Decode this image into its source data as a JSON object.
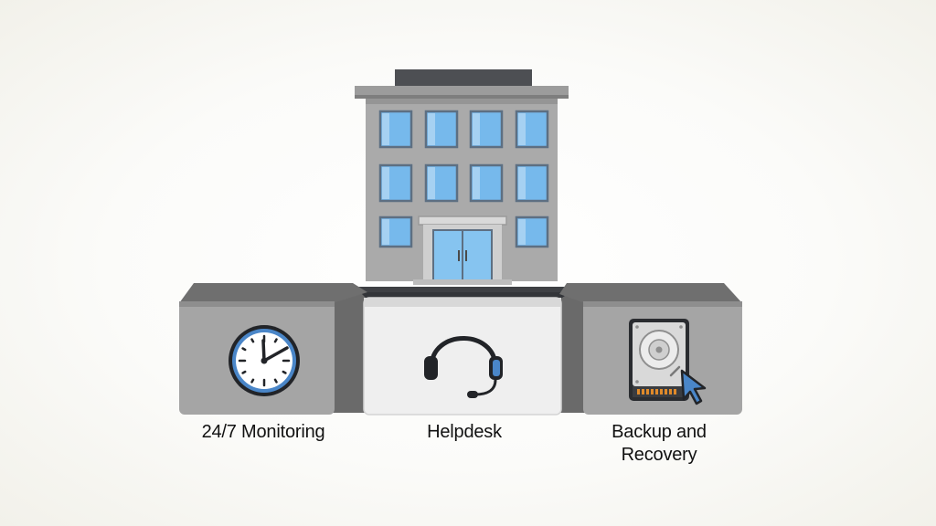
{
  "pillars": [
    {
      "label": "24/7 Monitoring",
      "icon": "clock-icon"
    },
    {
      "label": "Helpdesk",
      "icon": "headset-icon"
    },
    {
      "label": "Backup and\nRecovery",
      "icon": "hard-drive-icon"
    }
  ],
  "colors": {
    "building_wall": "#a9a9a9",
    "window_glass": "#7fbfee",
    "block_gray": "#a3a3a3",
    "block_center": "#f0f0f0",
    "accent_blue": "#4a86c8"
  },
  "icons": {
    "building": "office-building-icon",
    "clock": "clock-icon",
    "headset": "headset-icon",
    "drive": "hard-drive-icon",
    "cursor": "mouse-pointer-icon"
  }
}
